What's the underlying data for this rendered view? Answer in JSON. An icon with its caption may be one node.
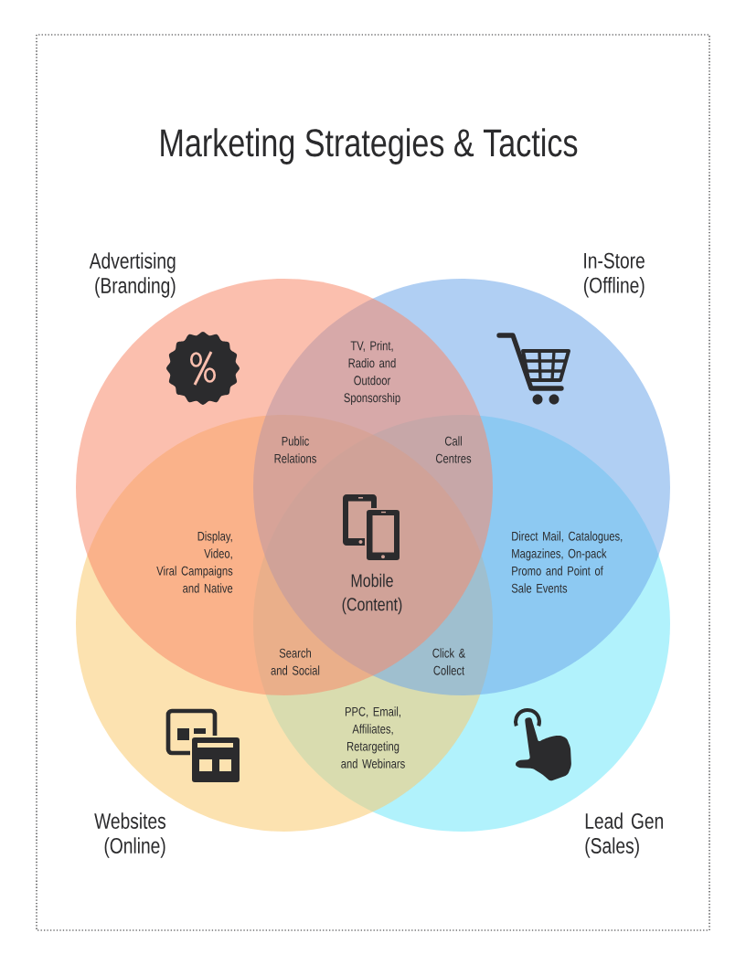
{
  "diagram": {
    "title": "Marketing Strategies & Tactics",
    "nodes": [
      {
        "text": [
          "Advertising (Branding)"
        ]
      },
      {
        "text": [
          "In-Store (Offline)"
        ]
      },
      {
        "text": [
          "Websites (Online)"
        ]
      },
      {
        "text": [
          "Lead Gen (Sales)"
        ]
      }
    ],
    "labels": [
      "TV, Print, Radio and Outdoor Sponsorship",
      "Public Relations",
      "Call Centres",
      "Display, Video, Viral Campaigns and Native",
      "Mobile (Content)",
      "Direct Mail, Catalogues, Magazines, On-pack Promo and Point of Sale Events",
      "Search and Social",
      "Click & Collect",
      "PPC, Email, Affiliates, Retargeting and Webinars"
    ]
  }
}
